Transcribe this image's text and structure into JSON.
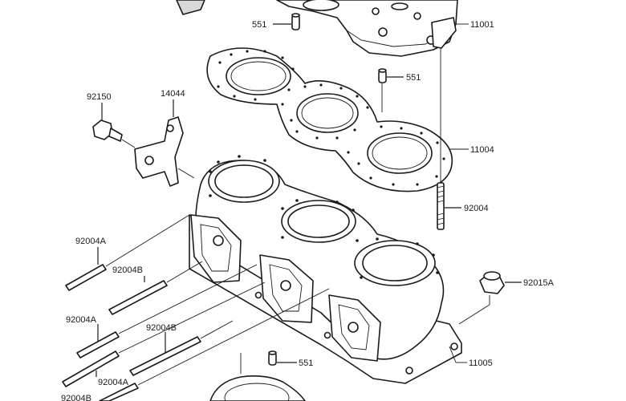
{
  "labels": {
    "p551_top": "551",
    "p11001": "11001",
    "p551_mid": "551",
    "p92150": "92150",
    "p14044": "14044",
    "p11004": "11004",
    "p92004": "92004",
    "p92004a_1": "92004A",
    "p92004b_1": "92004B",
    "p92015a": "92015A",
    "p92004a_2": "92004A",
    "p92004b_2": "92004B",
    "p551_bot": "551",
    "p11005": "11005",
    "p92004a_3": "92004A",
    "p92004b_3": "92004B"
  }
}
